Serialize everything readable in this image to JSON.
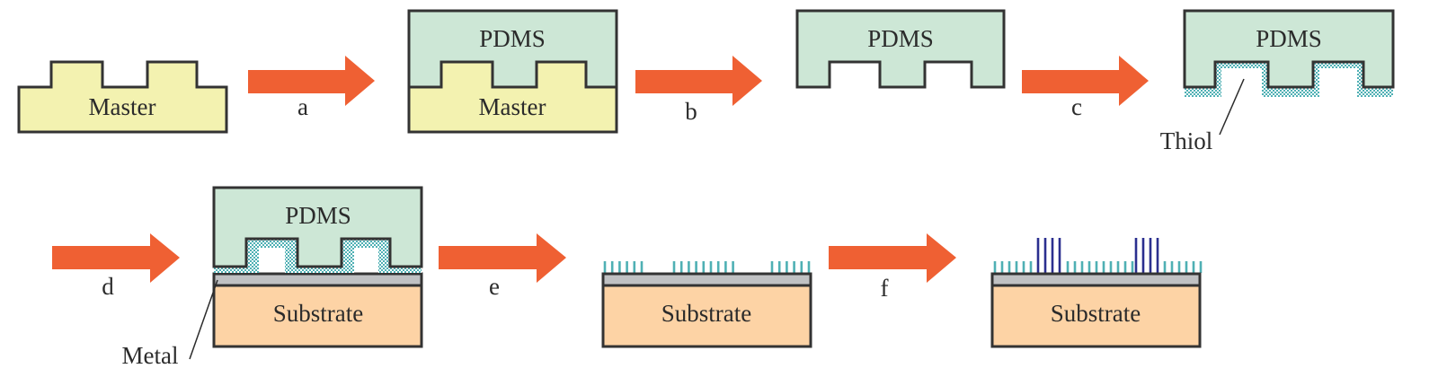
{
  "title": "Microcontact printing process",
  "colors": {
    "master": "#f3f2b0",
    "pdms": "#cde7d6",
    "substrate": "#fdd3a5",
    "metal": "#c0c1c3",
    "outline": "#333333",
    "arrow": "#ef6033",
    "thiol": "#4fb0b4",
    "thiol_long": "#2b2f8f"
  },
  "labels": {
    "master": "Master",
    "pdms": "PDMS",
    "substrate": "Substrate",
    "thiol": "Thiol",
    "metal": "Metal"
  },
  "steps": [
    {
      "id": "a",
      "label": "a"
    },
    {
      "id": "b",
      "label": "b"
    },
    {
      "id": "c",
      "label": "c"
    },
    {
      "id": "d",
      "label": "d"
    },
    {
      "id": "e",
      "label": "e"
    },
    {
      "id": "f",
      "label": "f"
    }
  ],
  "stages": [
    {
      "name": "master",
      "layers": [
        "Master"
      ]
    },
    {
      "name": "pdms-cast-on-master",
      "layers": [
        "PDMS",
        "Master"
      ]
    },
    {
      "name": "pdms-stamp",
      "layers": [
        "PDMS"
      ]
    },
    {
      "name": "inked-stamp",
      "layers": [
        "PDMS",
        "Thiol"
      ]
    },
    {
      "name": "stamp-contact",
      "layers": [
        "PDMS",
        "Thiol",
        "Metal",
        "Substrate"
      ]
    },
    {
      "name": "patterned-sam",
      "layers": [
        "Thiol",
        "Metal",
        "Substrate"
      ]
    },
    {
      "name": "backfilled-sam",
      "layers": [
        "Thiol",
        "Second thiol",
        "Metal",
        "Substrate"
      ]
    }
  ]
}
